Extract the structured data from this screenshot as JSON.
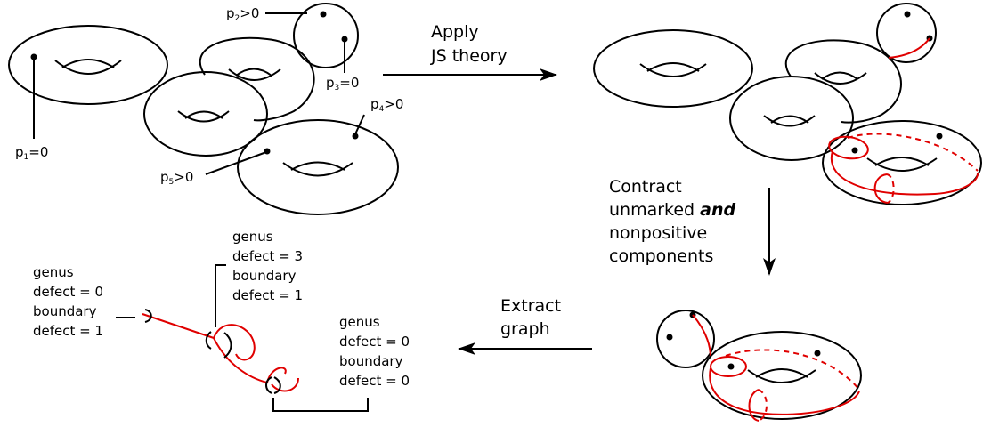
{
  "labels": {
    "p1": {
      "base": "p",
      "sub": "1",
      "rel": "=0"
    },
    "p2": {
      "base": "p",
      "sub": "2",
      "rel": ">0"
    },
    "p3": {
      "base": "p",
      "sub": "3",
      "rel": "=0"
    },
    "p4": {
      "base": "p",
      "sub": "4",
      "rel": ">0"
    },
    "p5": {
      "base": "p",
      "sub": "5",
      "rel": ">0"
    }
  },
  "steps": {
    "apply": [
      "Apply",
      "JS theory"
    ],
    "contract": [
      "Contract",
      "unmarked",
      "and",
      "nonpositive",
      "components"
    ],
    "extract": [
      "Extract",
      "graph"
    ]
  },
  "graph_labels": {
    "left": [
      "genus",
      "defect = 0",
      "boundary",
      "defect = 1"
    ],
    "top": [
      "genus",
      "defect = 3",
      "boundary",
      "defect = 1"
    ],
    "right": [
      "genus",
      "defect = 0",
      "boundary",
      "defect = 0"
    ]
  }
}
